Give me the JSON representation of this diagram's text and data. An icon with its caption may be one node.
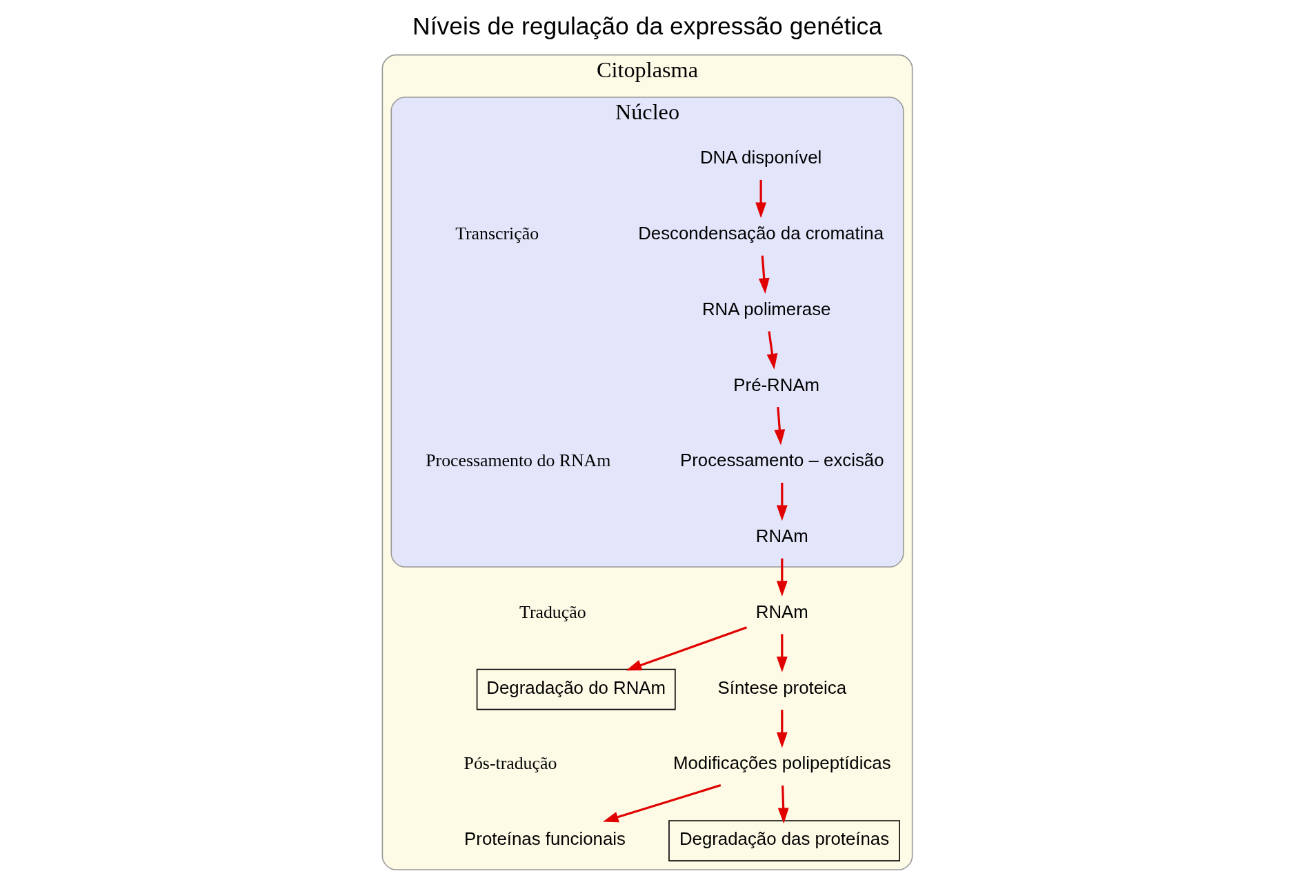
{
  "diagram": {
    "title": "Níveis de regulação da expressão genética",
    "nodes": [
      {
        "text": [
          "Citoplasma"
        ]
      },
      {
        "text": [
          "Núcleo"
        ],
        "in": 0
      },
      {
        "text": [
          "DNA disponível"
        ],
        "in": 1
      },
      {
        "text": [
          "Descondensação da cromatina"
        ],
        "in": 1
      },
      {
        "text": [
          "RNA polimerase"
        ],
        "in": 1
      },
      {
        "text": [
          "Pré-RNAm"
        ],
        "in": 1
      },
      {
        "text": [
          "Processamento – excisão"
        ],
        "in": 1
      },
      {
        "text": [
          "RNAm"
        ],
        "in": 1
      },
      {
        "text": [
          "RNAm"
        ],
        "in": 0
      },
      {
        "text": [
          "Degradação do RNAm"
        ],
        "in": 0
      },
      {
        "text": [
          "Proteínas funcionais"
        ],
        "in": 0
      },
      {
        "text": [
          "Degradação das proteínas"
        ],
        "in": 0
      },
      {
        "text": [
          "Modificações polipeptídicas"
        ],
        "in": 0
      },
      {
        "text": [
          "Síntese proteica"
        ],
        "in": 0
      }
    ],
    "edges": [
      {
        "from": 2,
        "to": 3,
        "arrow": "to"
      },
      {
        "from": 3,
        "to": 4,
        "arrow": "to"
      },
      {
        "from": 4,
        "to": 5,
        "arrow": "to"
      },
      {
        "from": 5,
        "to": 6,
        "arrow": "to"
      },
      {
        "from": 6,
        "to": 7,
        "arrow": "to"
      },
      {
        "from": 7,
        "to": 8,
        "arrow": "to"
      },
      {
        "from": 8,
        "to": 9,
        "arrow": "to"
      },
      {
        "from": 8,
        "to": 13,
        "arrow": "to"
      },
      {
        "from": 13,
        "to": 12,
        "arrow": "to"
      },
      {
        "from": 12,
        "to": 10,
        "arrow": "to"
      },
      {
        "from": 12,
        "to": 11,
        "arrow": "to"
      }
    ],
    "labels": [
      "Transcrição",
      "Processamento do RNAm",
      "Tradução",
      "Pós-tradução"
    ]
  }
}
